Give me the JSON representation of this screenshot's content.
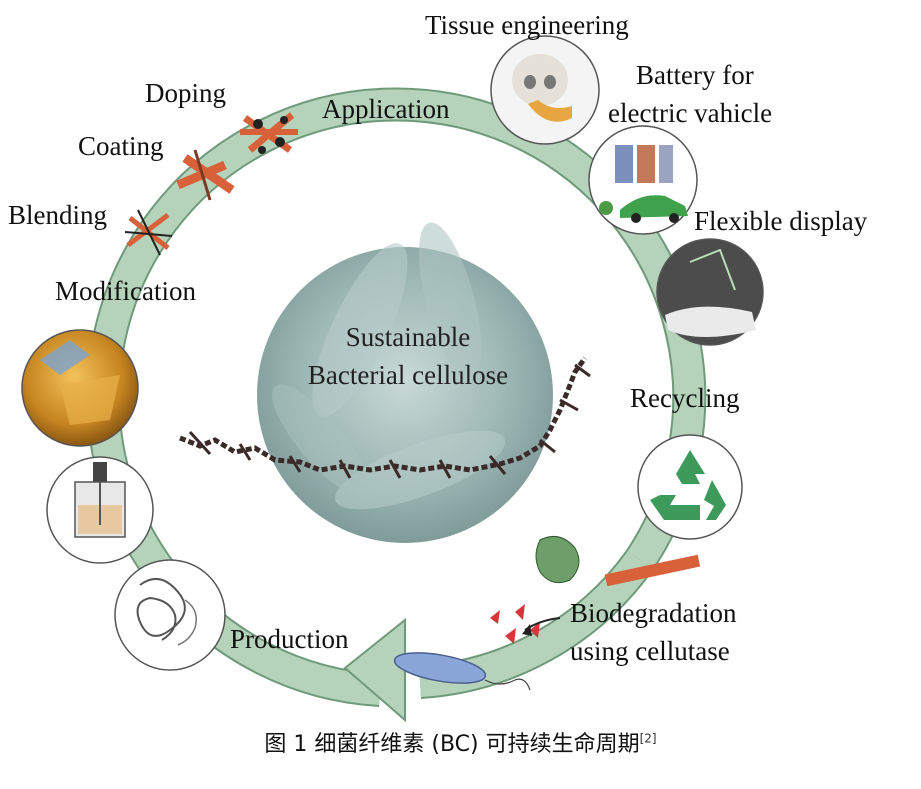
{
  "center": {
    "line1": "Sustainable",
    "line2": "Bacterial cellulose"
  },
  "labels": {
    "tissue": "Tissue engineering",
    "battery_line1": "Battery for",
    "battery_line2": "electric vahicle",
    "display": "Flexible display",
    "recycling": "Recycling",
    "bio_line1": "Biodegradation",
    "bio_line2": "using cellutase",
    "production": "Production",
    "modification": "Modification",
    "blending": "Blending",
    "coating": "Coating",
    "doping": "Doping",
    "application": "Application"
  },
  "caption": {
    "text": "图 1   细菌纤维素 (BC) 可持续生命周期",
    "ref": "[2]"
  },
  "colors": {
    "ring": "#a9c9b0",
    "ring_edge": "#6f9a7a",
    "recycle": "#3e9a5a",
    "fiber": "#d9613a"
  }
}
